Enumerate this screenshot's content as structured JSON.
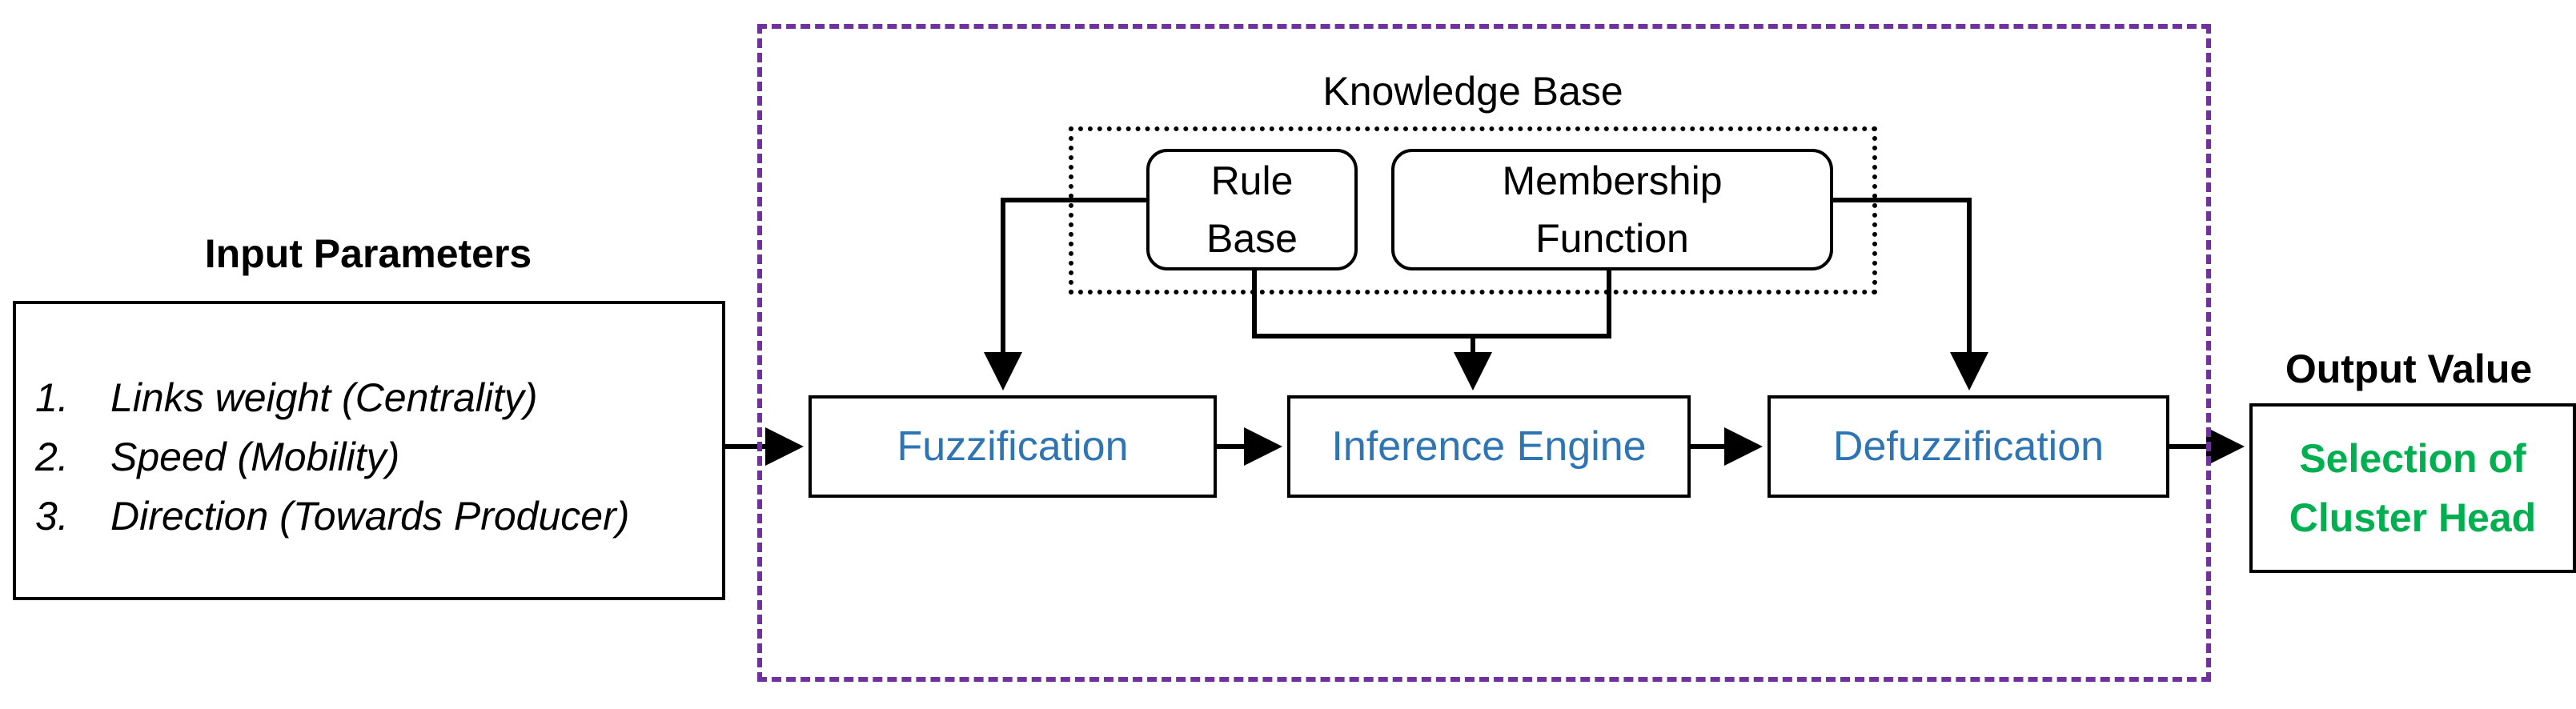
{
  "input": {
    "title": "Input Parameters",
    "parameters": [
      {
        "number": "1.",
        "text": "Links weight (Centrality)"
      },
      {
        "number": "2.",
        "text": "Speed (Mobility)"
      },
      {
        "number": "3.",
        "text": "Direction (Towards Producer)"
      }
    ]
  },
  "knowledge_base": {
    "title": "Knowledge Base",
    "rule_base": {
      "line1": "Rule",
      "line2": "Base"
    },
    "membership_function": {
      "line1": "Membership",
      "line2": "Function"
    }
  },
  "processes": {
    "fuzzification": "Fuzzification",
    "inference_engine": "Inference Engine",
    "defuzzification": "Defuzzification"
  },
  "output": {
    "title": "Output Value",
    "line1": "Selection of",
    "line2": "Cluster Head"
  },
  "colors": {
    "system_border": "#7030a0",
    "process_text": "#2e75b6",
    "output_text": "#00b050",
    "line": "#000000"
  }
}
